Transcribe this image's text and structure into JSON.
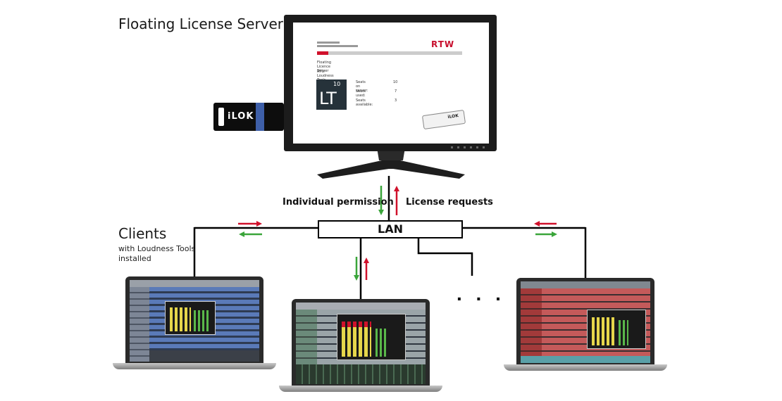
{
  "labels": {
    "server_title": "Floating License Server",
    "clients_title": "Clients",
    "clients_subtitle": "with Loudness Tools installed",
    "individual_permission": "Individual permission",
    "license_requests": "License requests",
    "lan": "LAN",
    "ellipsis": ". . ."
  },
  "server_screen": {
    "brand": "RTW",
    "heading": "Floating Licence Server",
    "product": "RTW Loudness Tools (Masterclass PlugIns Series)",
    "product_badge": "LT",
    "badge_seats": "10",
    "seats": [
      {
        "label": "Seats on server:",
        "value": "10"
      },
      {
        "label": "Seats used:",
        "value": "7"
      },
      {
        "label": "Seats available:",
        "value": "3"
      }
    ]
  },
  "dongle": {
    "brand": "iLOK"
  },
  "colors": {
    "request_arrow": "#d0112b",
    "permission_arrow": "#3aa53a",
    "ilok_band": "#3e5fa8"
  }
}
